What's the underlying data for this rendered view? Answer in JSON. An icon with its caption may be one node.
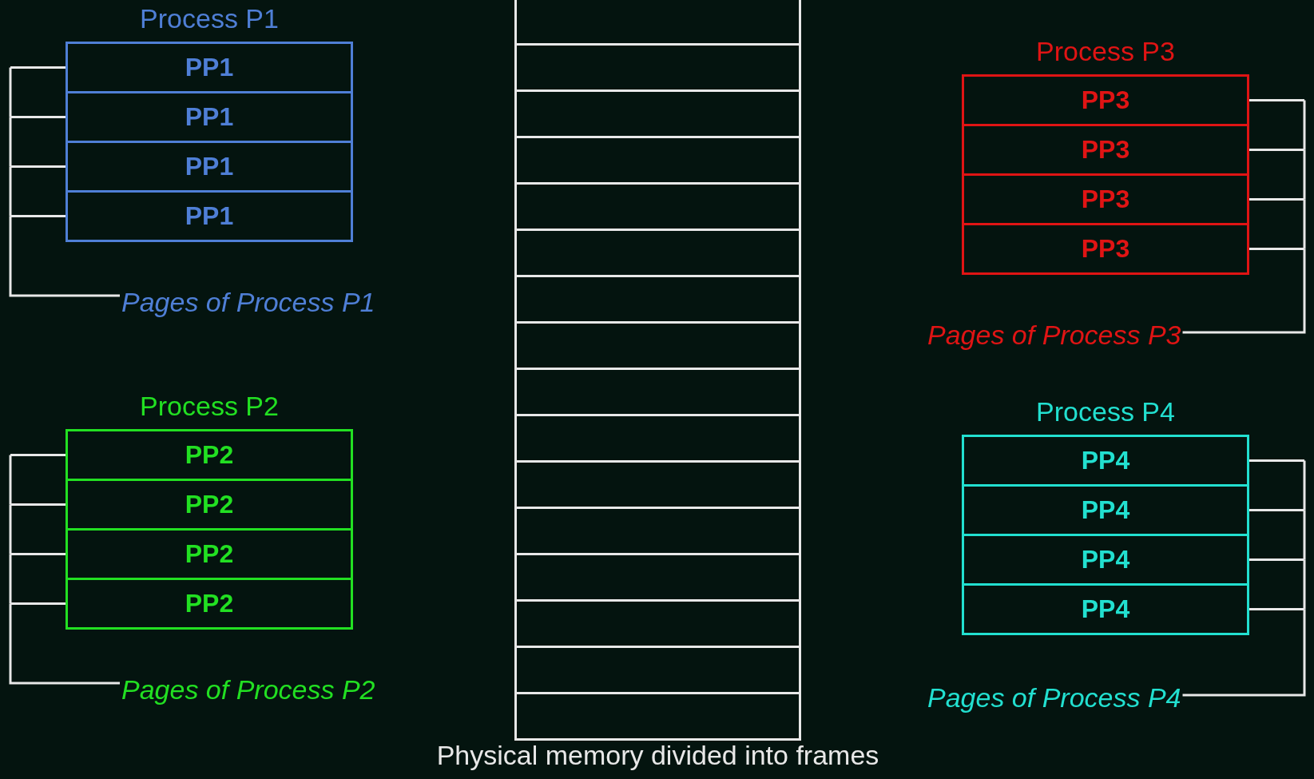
{
  "diagram": {
    "caption": "Physical memory divided into frames",
    "nodes": [
      {
        "text": [
          "Process P1"
        ]
      },
      {
        "text": [
          "PP1"
        ],
        "in": 0
      },
      {
        "text": [
          "PP1"
        ],
        "in": 0
      },
      {
        "text": [
          "PP1"
        ],
        "in": 0
      },
      {
        "text": [
          "PP1"
        ],
        "in": 0
      },
      {
        "text": [
          "Pages of Process P1"
        ]
      },
      {
        "text": [
          "Process P2"
        ]
      },
      {
        "text": [
          "PP2"
        ],
        "in": 6
      },
      {
        "text": [
          "PP2"
        ],
        "in": 6
      },
      {
        "text": [
          "PP2"
        ],
        "in": 6
      },
      {
        "text": [
          "PP2"
        ],
        "in": 6
      },
      {
        "text": [
          "Pages of Process P2"
        ]
      },
      {
        "text": [
          "Process P3"
        ]
      },
      {
        "text": [
          "PP3"
        ],
        "in": 12
      },
      {
        "text": [
          "PP3"
        ],
        "in": 12
      },
      {
        "text": [
          "PP3"
        ],
        "in": 12
      },
      {
        "text": [
          "PP3"
        ],
        "in": 12
      },
      {
        "text": [
          "Pages of Process P3"
        ]
      },
      {
        "text": [
          "Process P4"
        ]
      },
      {
        "text": [
          "PP4"
        ],
        "in": 18
      },
      {
        "text": [
          "PP4"
        ],
        "in": 18
      },
      {
        "text": [
          "PP4"
        ],
        "in": 18
      },
      {
        "text": [
          "PP4"
        ],
        "in": 18
      },
      {
        "text": [
          "Pages of Process P4"
        ]
      },
      {
        "text": [],
        "shape": "box"
      },
      {
        "text": [],
        "shape": "box",
        "in": 24
      },
      {
        "text": [],
        "shape": "box",
        "in": 24
      },
      {
        "text": [],
        "shape": "box",
        "in": 24
      },
      {
        "text": [],
        "shape": "box",
        "in": 24
      },
      {
        "text": [],
        "shape": "box",
        "in": 24
      },
      {
        "text": [],
        "shape": "box",
        "in": 24
      },
      {
        "text": [],
        "shape": "box",
        "in": 24
      },
      {
        "text": [],
        "shape": "box",
        "in": 24
      },
      {
        "text": [],
        "shape": "box",
        "in": 24
      },
      {
        "text": [],
        "shape": "box",
        "in": 24
      },
      {
        "text": [],
        "shape": "box",
        "in": 24
      },
      {
        "text": [],
        "shape": "box",
        "in": 24
      },
      {
        "text": [],
        "shape": "box",
        "in": 24
      },
      {
        "text": [],
        "shape": "box",
        "in": 24
      },
      {
        "text": [],
        "shape": "box",
        "in": 24
      },
      {
        "text": [],
        "shape": "box",
        "in": 24
      }
    ],
    "edges": [
      {
        "from": 5,
        "to": 1,
        "arrow": "none"
      },
      {
        "from": 5,
        "to": 2,
        "arrow": "none"
      },
      {
        "from": 5,
        "to": 3,
        "arrow": "none"
      },
      {
        "from": 5,
        "to": 4,
        "arrow": "none"
      },
      {
        "from": 11,
        "to": 7,
        "arrow": "none"
      },
      {
        "from": 11,
        "to": 8,
        "arrow": "none"
      },
      {
        "from": 11,
        "to": 9,
        "arrow": "none"
      },
      {
        "from": 11,
        "to": 10,
        "arrow": "none"
      },
      {
        "from": 17,
        "to": 13,
        "arrow": "none"
      },
      {
        "from": 17,
        "to": 14,
        "arrow": "none"
      },
      {
        "from": 17,
        "to": 15,
        "arrow": "none"
      },
      {
        "from": 17,
        "to": 16,
        "arrow": "none"
      },
      {
        "from": 23,
        "to": 19,
        "arrow": "none"
      },
      {
        "from": 23,
        "to": 20,
        "arrow": "none"
      },
      {
        "from": 23,
        "to": 21,
        "arrow": "none"
      },
      {
        "from": 23,
        "to": 22,
        "arrow": "none"
      }
    ]
  }
}
